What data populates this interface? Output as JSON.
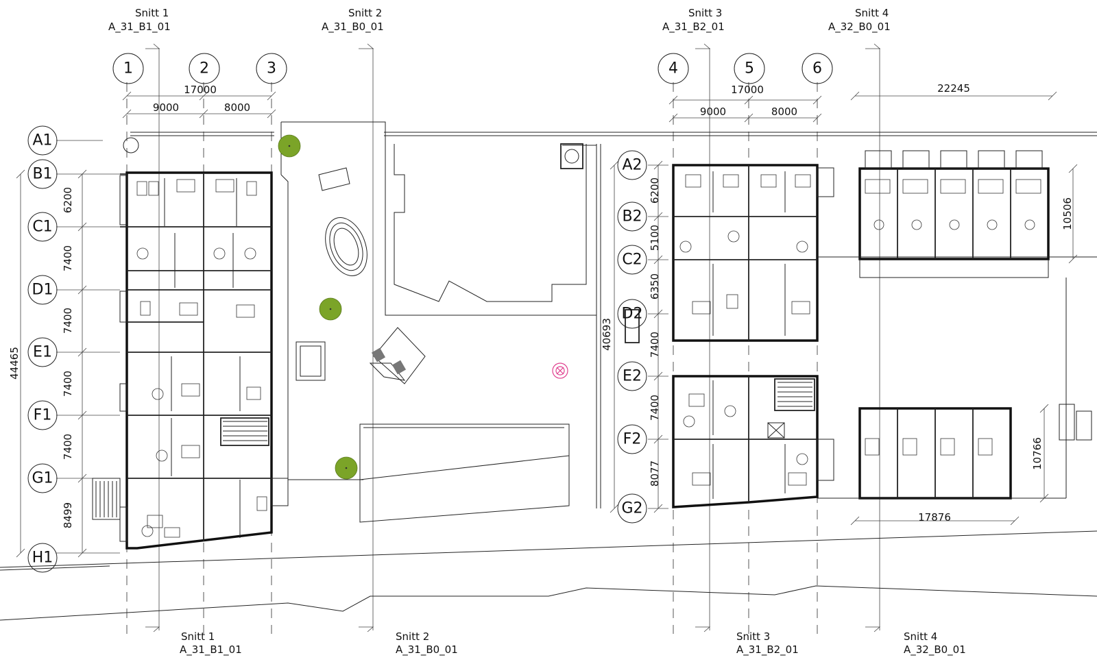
{
  "sections": {
    "top": [
      {
        "name": "Snitt 1",
        "ref": "A_31_B1_01"
      },
      {
        "name": "Snitt 2",
        "ref": "A_31_B0_01"
      },
      {
        "name": "Snitt 3",
        "ref": "A_31_B2_01"
      },
      {
        "name": "Snitt 4",
        "ref": "A_32_B0_01"
      }
    ],
    "bottom": [
      {
        "name": "Snitt 1",
        "ref": "A_31_B1_01"
      },
      {
        "name": "Snitt 2",
        "ref": "A_31_B0_01"
      },
      {
        "name": "Snitt 3",
        "ref": "A_31_B2_01"
      },
      {
        "name": "Snitt 4",
        "ref": "A_32_B0_01"
      }
    ]
  },
  "grid_columns": [
    "1",
    "2",
    "3",
    "4",
    "5",
    "6"
  ],
  "grid_rows_left": [
    "A1",
    "B1",
    "C1",
    "D1",
    "E1",
    "F1",
    "G1",
    "H1"
  ],
  "grid_rows_right": [
    "A2",
    "B2",
    "C2",
    "D2",
    "E2",
    "F2",
    "G2"
  ],
  "dimensions": {
    "left_total": "17000",
    "left_a": "9000",
    "left_b": "8000",
    "right_total": "17000",
    "right_a": "9000",
    "right_b": "8000",
    "row_house_top": "22245",
    "row_house_bottom": "17876",
    "row_house_top_depth": "10506",
    "row_house_bottom_depth": "10766",
    "overall_left": "44465",
    "overall_mid": "40693",
    "left_rows": [
      "6200",
      "7400",
      "7400",
      "7400",
      "7400",
      "8499"
    ],
    "right_rows": [
      "6200",
      "5100",
      "6350",
      "7400",
      "7400",
      "8077"
    ]
  },
  "colors": {
    "tree": "#7ba428",
    "marker": "#e0408f",
    "line": "#222222"
  }
}
